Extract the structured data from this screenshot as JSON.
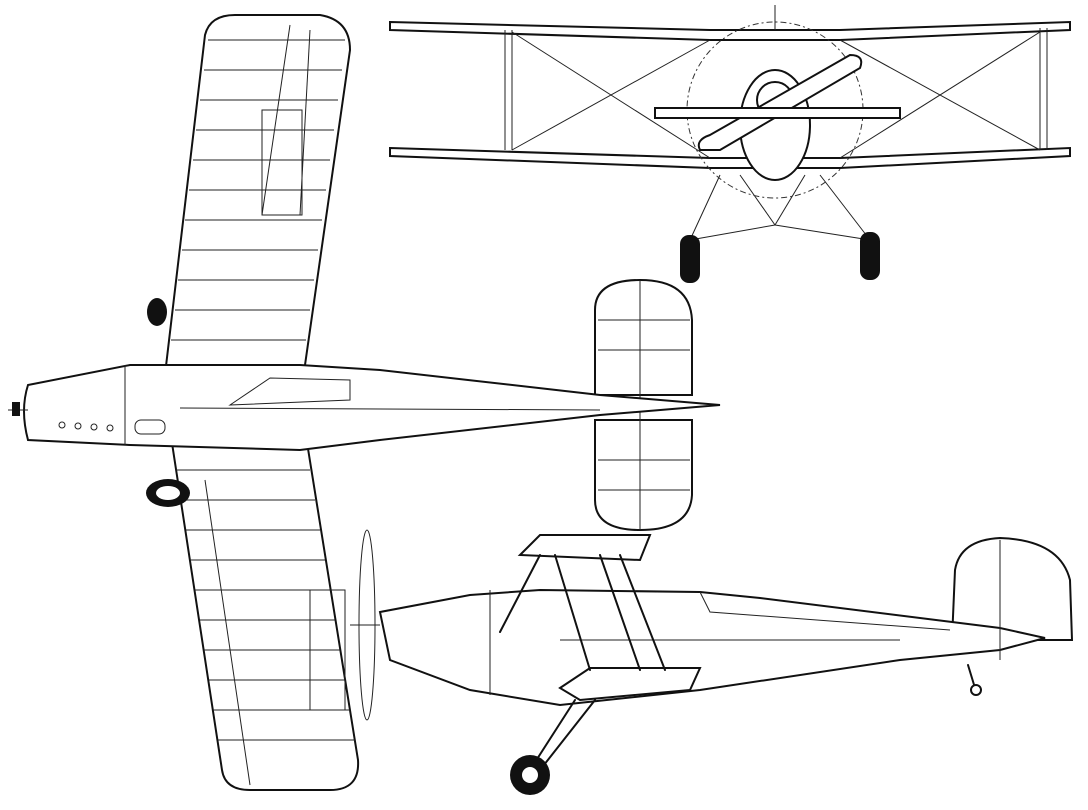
{
  "drawing": {
    "subject": "biplane-three-view",
    "views": [
      "top",
      "front",
      "side"
    ]
  },
  "colors": {
    "line": "#111111",
    "background": "#ffffff"
  }
}
